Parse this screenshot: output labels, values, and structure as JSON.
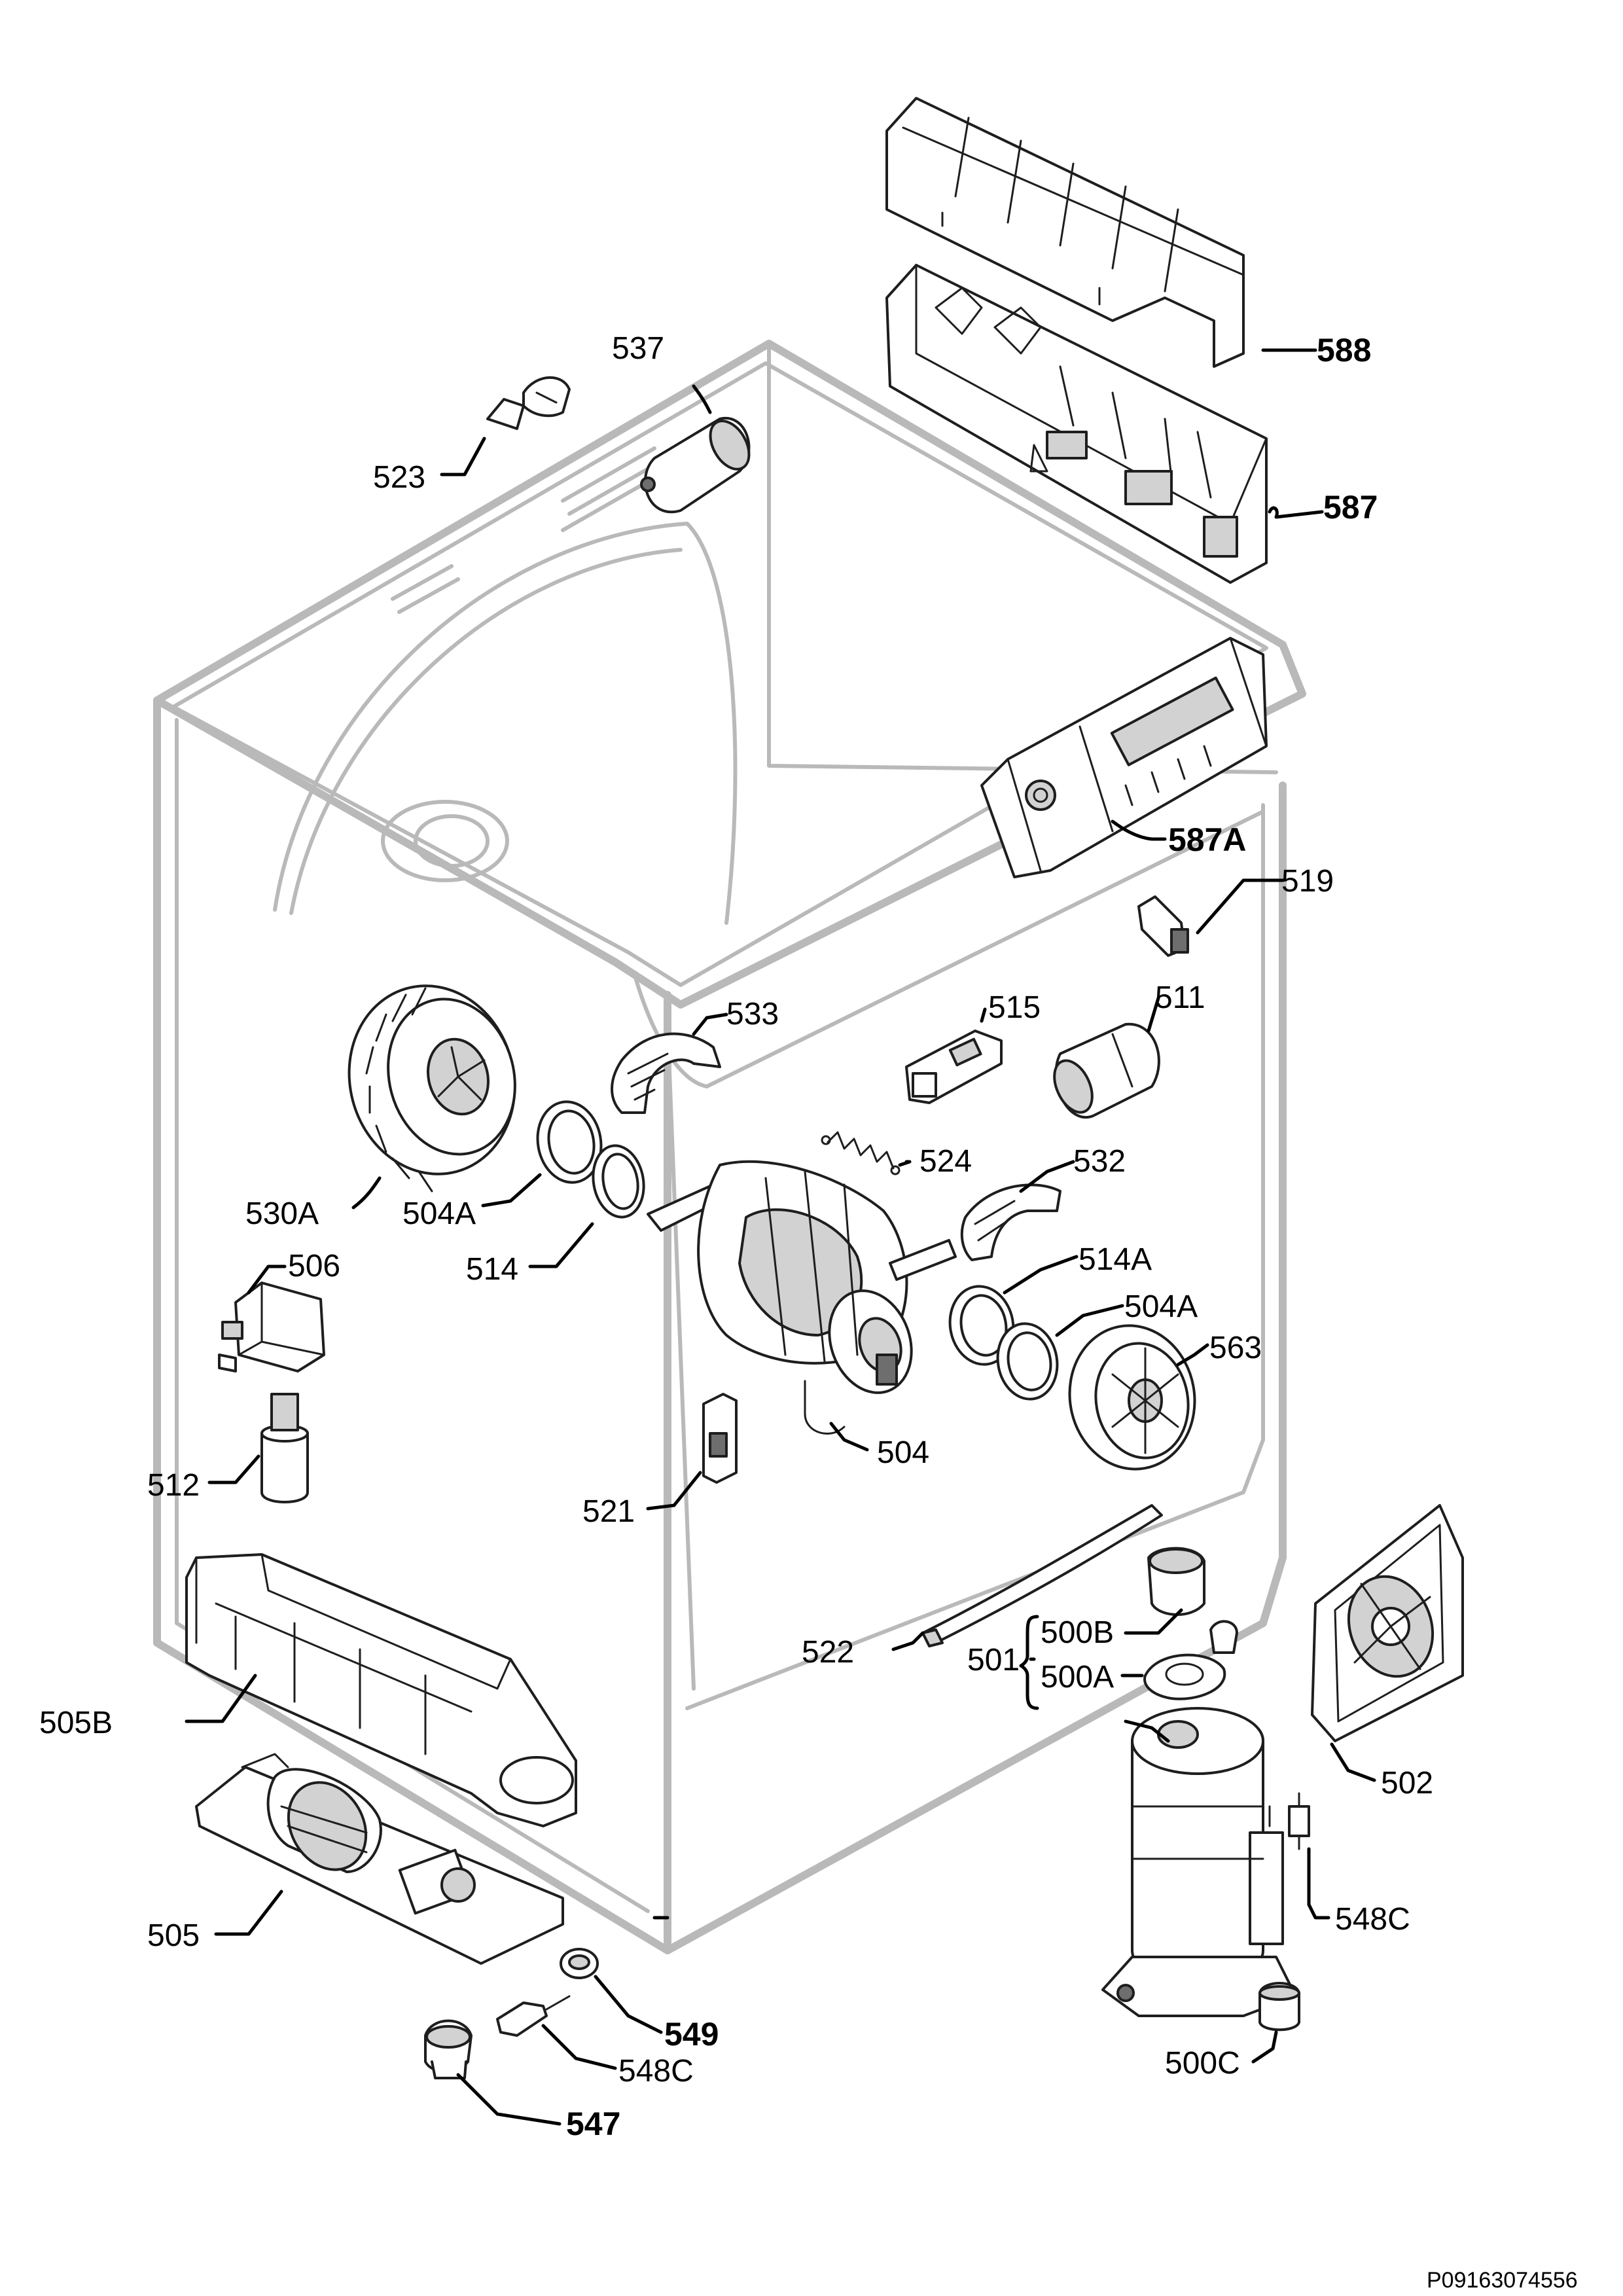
{
  "labels": {
    "l588": "588",
    "l587": "587",
    "l537": "537",
    "l523": "523",
    "l587A": "587A",
    "l519": "519",
    "l533": "533",
    "l515": "515",
    "l511": "511",
    "l524": "524",
    "l532": "532",
    "l530A": "530A",
    "l504A_left": "504A",
    "l514": "514",
    "l514A": "514A",
    "l504A_right": "504A",
    "l563": "563",
    "l506": "506",
    "l504": "504",
    "l512": "512",
    "l521": "521",
    "l522": "522",
    "l500B": "500B",
    "l501": "501",
    "l500A": "500A",
    "l502": "502",
    "l505B": "505B",
    "l505": "505",
    "l548C_right": "548C",
    "l549": "549",
    "l548C_left": "548C",
    "l500C": "500C",
    "l547": "547"
  },
  "drawing_code": "P09163074556"
}
